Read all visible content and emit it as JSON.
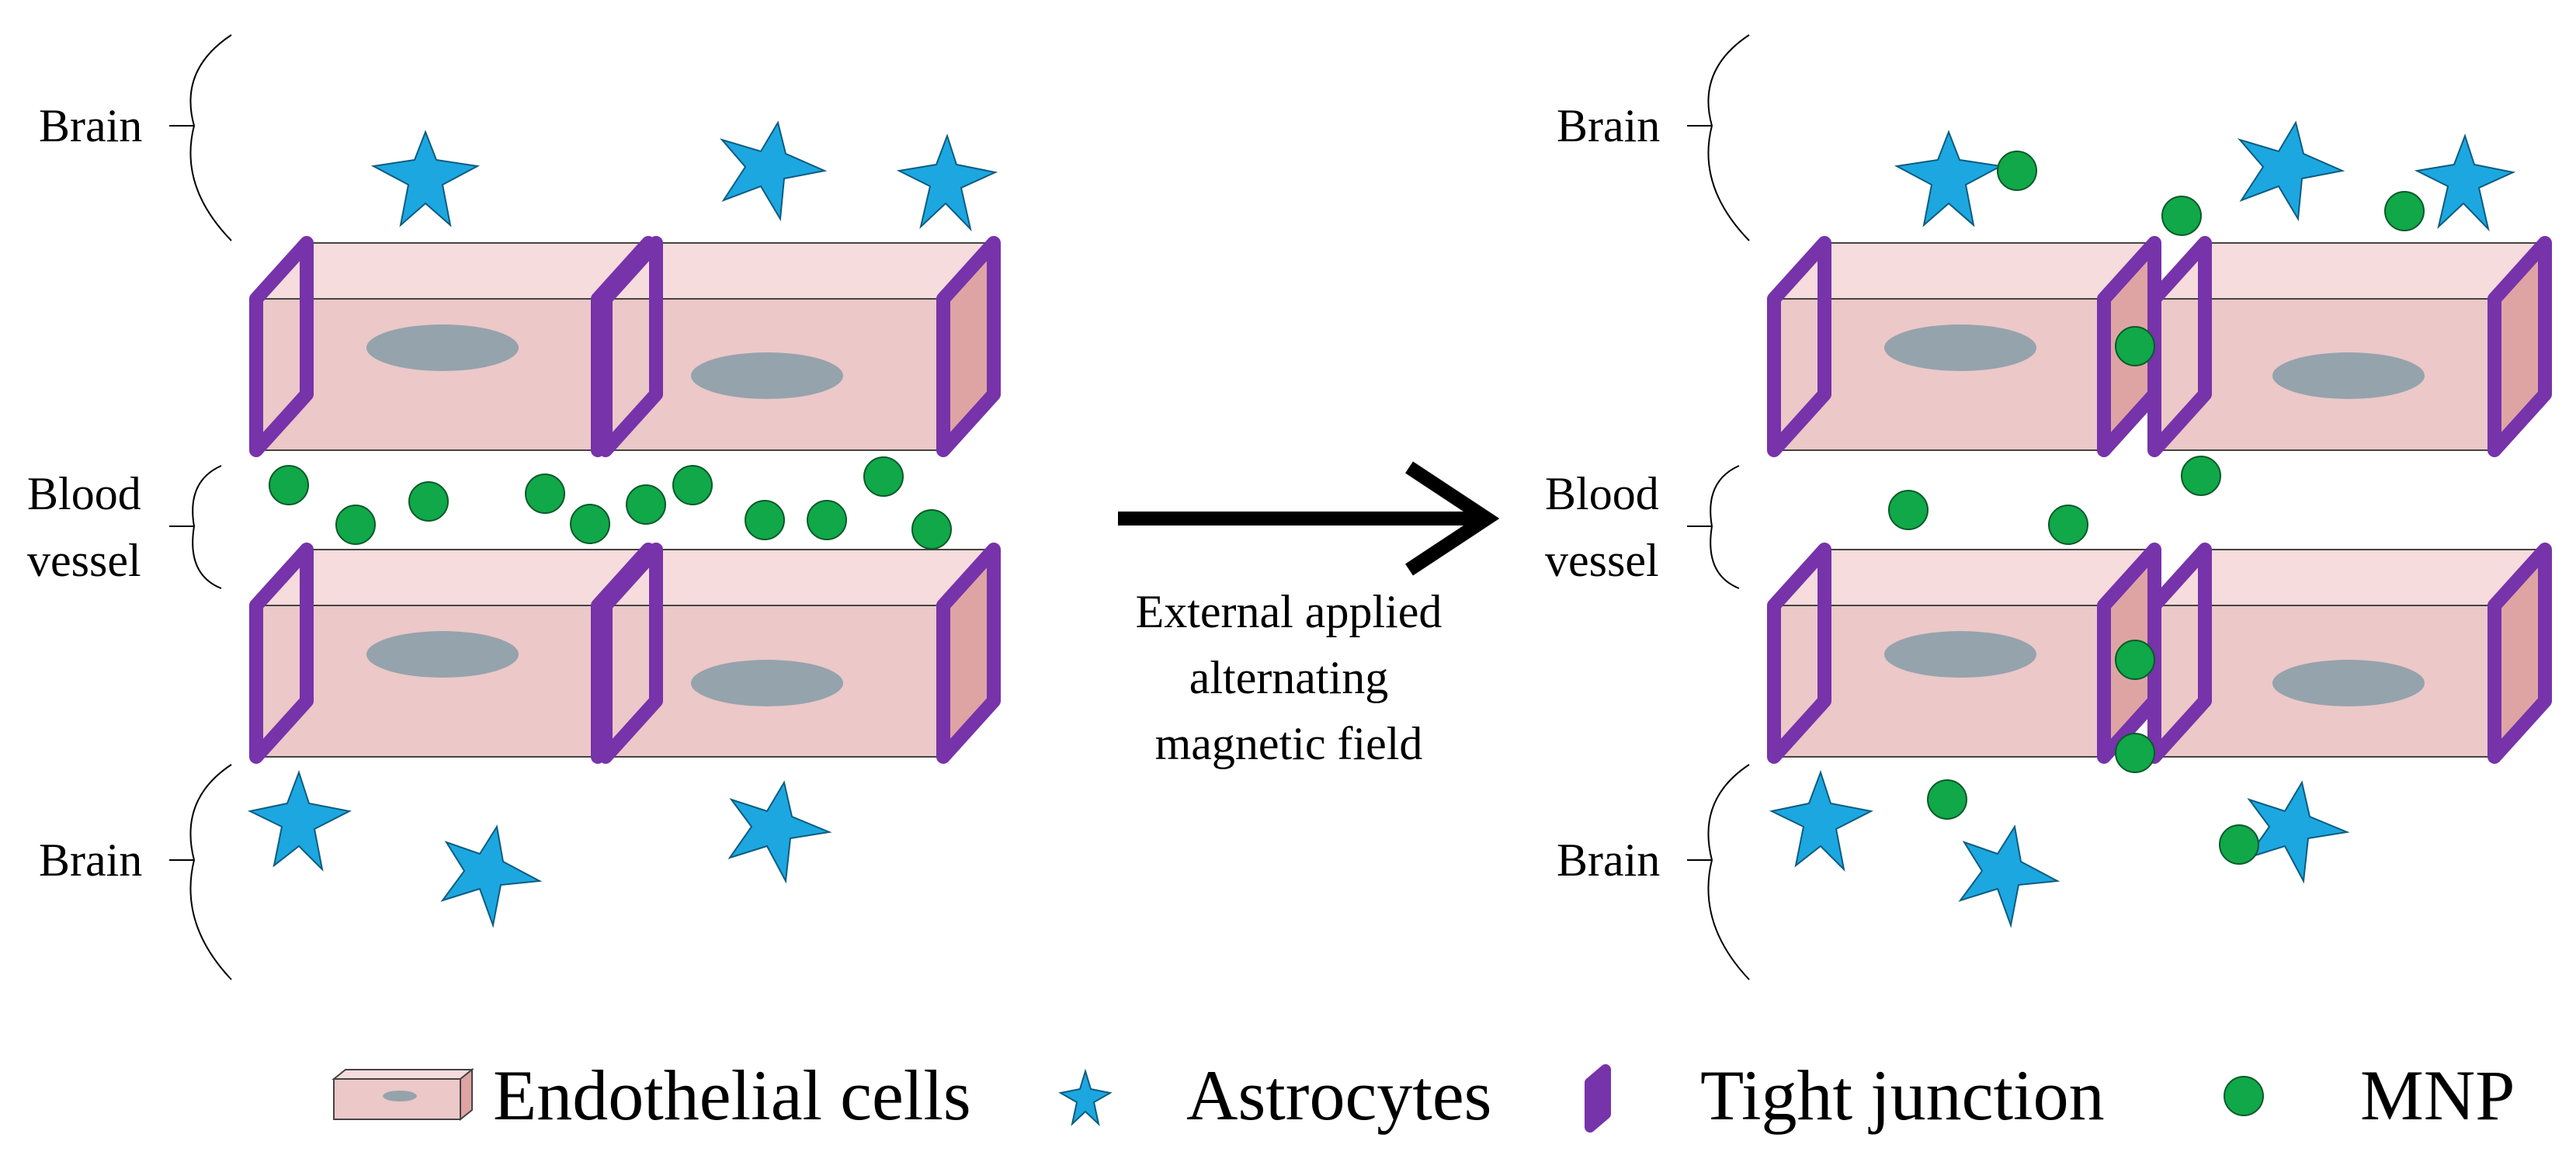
{
  "labels": {
    "brain_top": "Brain",
    "blood": "Blood",
    "vessel": "vessel",
    "brain_bottom": "Brain"
  },
  "arrow_text": [
    "External applied",
    "alternating",
    "magnetic field"
  ],
  "legend": {
    "endothelial": "Endothelial cells",
    "astrocytes": "Astrocytes",
    "tight_junction": "Tight junction",
    "mnp": "MNP"
  },
  "colors": {
    "cell_face": "#ecc8c8",
    "cell_top": "#f6dcdc",
    "cell_end": "#dea4a4",
    "tight_junction": "#7733aa",
    "nucleus": "#95a3ad",
    "astrocyte": "#1ca7e0",
    "mnp": "#10a848"
  }
}
